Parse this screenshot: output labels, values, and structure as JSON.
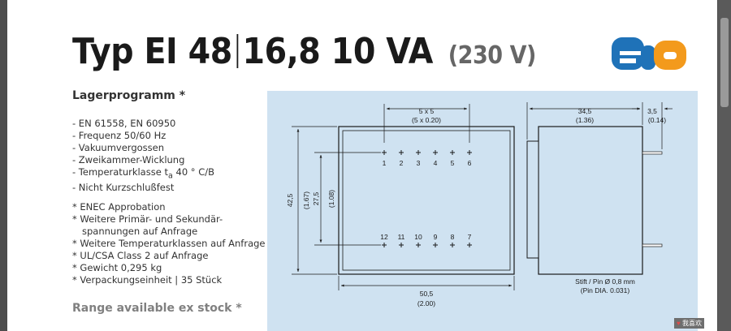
{
  "title": {
    "main_left": "Typ EI 48",
    "main_right": "16,8 10 VA",
    "voltage": "(230 V)"
  },
  "logo": {
    "text": "era",
    "color_blue": "#1f72b8",
    "color_orange": "#f39a1c"
  },
  "left": {
    "heading": "Lagerprogramm *",
    "specs": [
      "- EN 61558, EN 60950",
      "- Frequenz 50/60 Hz",
      "- Vakuumvergossen",
      "- Zweikammer-Wicklung"
    ],
    "temp": {
      "prefix": "- Temperaturklasse t",
      "sub": "a",
      "suffix": " 40 ° C/B"
    },
    "spec_last": "- Nicht Kurzschlußfest",
    "notes": [
      "* ENEC Approbation",
      "* Weitere Primär- und Sekundär-",
      "spannungen auf Anfrage",
      "* Weitere Temperaturklassen auf Anfrage",
      "* UL/CSA Class 2 auf Anfrage",
      "* Gewicht 0,295 kg",
      "* Verpackungseinheit | 35 Stück"
    ],
    "range": "Range available ex stock *"
  },
  "diagram": {
    "pin_pitch": "5 x 5",
    "pin_pitch_in": "(5 x 0.20)",
    "pins_top": [
      "1",
      "2",
      "3",
      "4",
      "5",
      "6"
    ],
    "pins_bottom": [
      "12",
      "11",
      "10",
      "9",
      "8",
      "7"
    ],
    "height": "42,5",
    "height_in": "(1.67)",
    "row_spacing": "27,5",
    "row_spacing_in": "(1.08)",
    "width": "50,5",
    "width_in": "(2.00)",
    "depth": "34,5",
    "depth_in": "(1.36)",
    "pin_len": "3,5",
    "pin_len_in": "(0.14)",
    "pin_note": "Stift / Pin Ø 0,8 mm",
    "pin_note_in": "(Pin DIA. 0.031)"
  },
  "badge": {
    "text": "我喜欢"
  }
}
